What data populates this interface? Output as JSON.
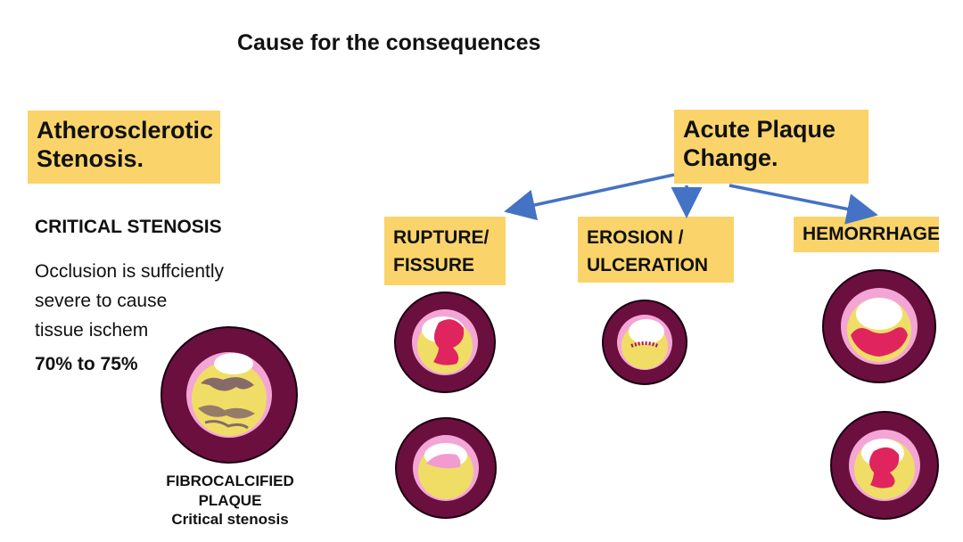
{
  "title": "Cause for the consequences",
  "left": {
    "box_label_line1": "Atherosclerotic",
    "box_label_line2": "Stenosis.",
    "heading": "CRITICAL STENOSIS",
    "desc_line1": "Occlusion is suffciently",
    "desc_line2": "severe to cause",
    "desc_line3": "tissue ischem",
    "percent": "70% to 75%",
    "caption_line1": "FIBROCALCIFIED",
    "caption_line2": "PLAQUE",
    "caption_line3": "Critical stenosis"
  },
  "right": {
    "box_label_line1": "Acute Plaque",
    "box_label_line2": "Change.",
    "branches": [
      {
        "line1": "RUPTURE/",
        "line2": "FISSURE"
      },
      {
        "line1": "EROSION /",
        "line2": "ULCERATION"
      },
      {
        "line1": "HEMORRHAGE",
        "line2": ""
      }
    ]
  },
  "colors": {
    "label_fill": "#fad46a",
    "arrow": "#4472c4",
    "vessel_wall": "#6b0f3f",
    "intima": "#f3a6d6",
    "plaque": "#f2dc4c",
    "thrombus": "#e0245e",
    "lumen": "#ffffff"
  }
}
